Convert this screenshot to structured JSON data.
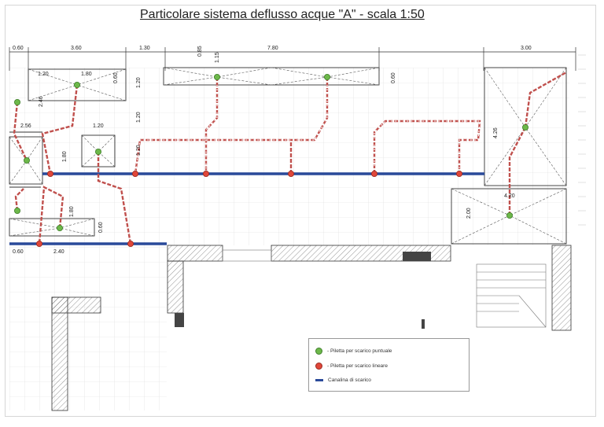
{
  "title": "Particolare sistema deflusso acque \"A\" - scala 1:50",
  "dimensions": {
    "top": [
      "0.60",
      "3.60",
      "1.30",
      "0.85",
      "1.15",
      "7.80",
      "3.00"
    ],
    "left_block": [
      "1.20",
      "1.80",
      "0.60",
      "2.46",
      "1.20",
      "1.20",
      "1.20",
      "2.56",
      "1.20",
      "1.80",
      "1.80",
      "0.60"
    ],
    "right_block": [
      "0.60",
      "4.26",
      "4.20",
      "2.00"
    ],
    "bottom": [
      "0.60",
      "2.40"
    ]
  },
  "legend": {
    "items": [
      {
        "symbol": "green-dot",
        "label": "- Piletta per scarico puntuale"
      },
      {
        "symbol": "red-dot",
        "label": "- Piletta per scarico lineare"
      },
      {
        "symbol": "blue-bar",
        "label": "Canalina di scarico"
      }
    ]
  },
  "colors": {
    "point_drain": "#6db84a",
    "linear_drain": "#e0473a",
    "channel": "#2a4a9a",
    "pipe": "#c0504d"
  }
}
